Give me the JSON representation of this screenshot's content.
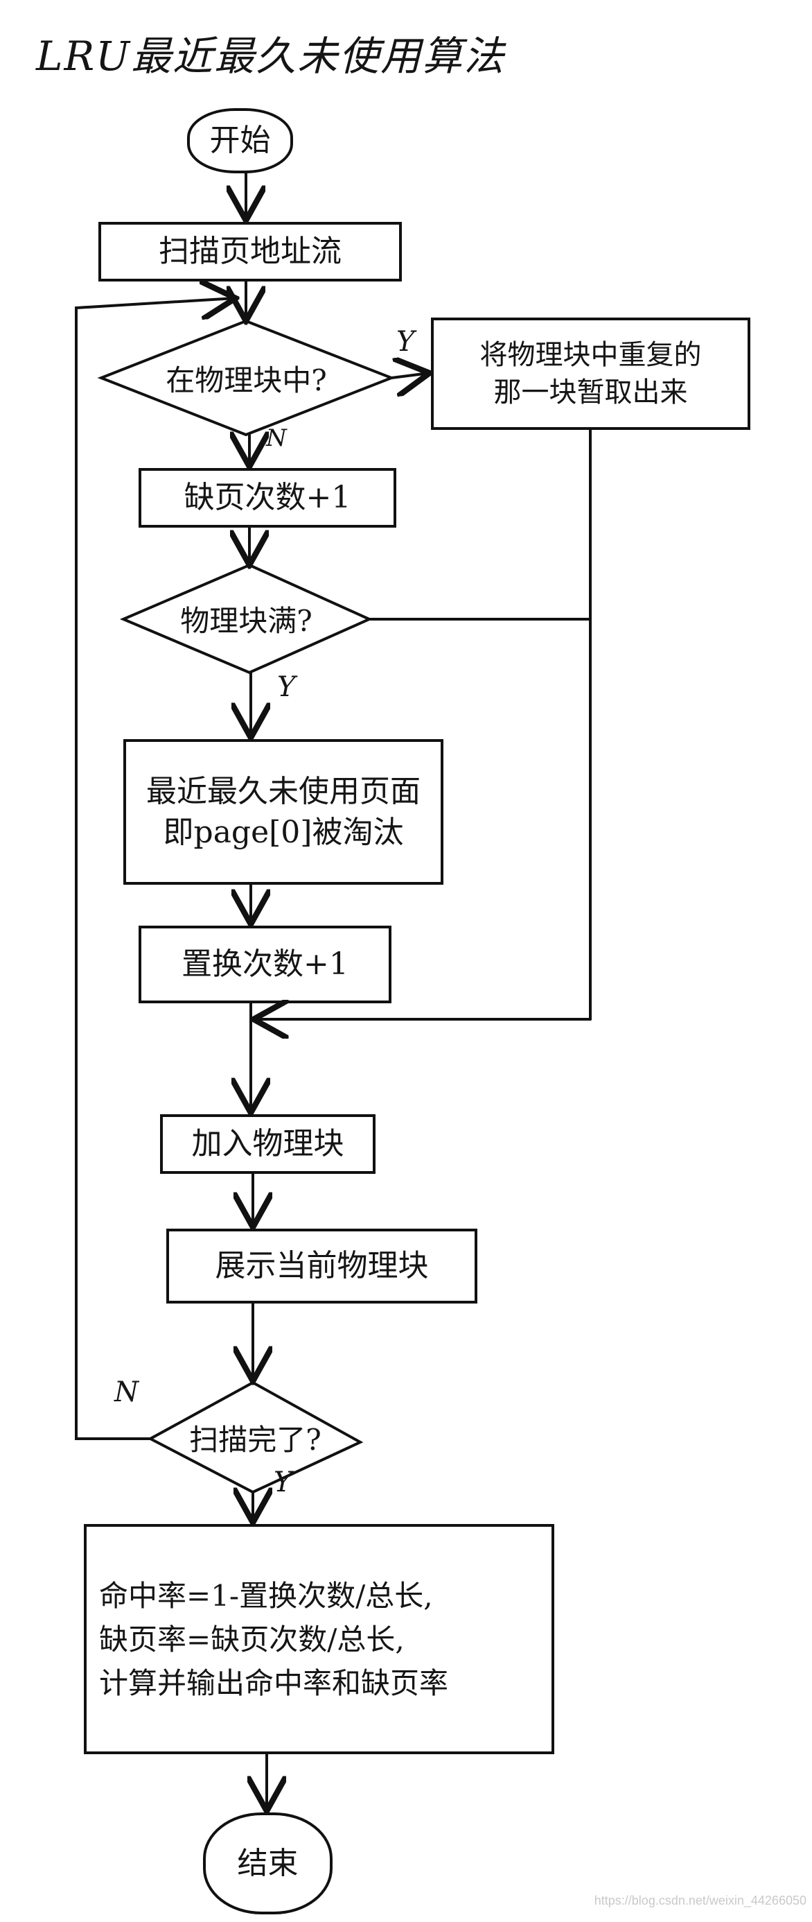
{
  "title": "LRU最近最久未使用算法",
  "nodes": {
    "start": "开始",
    "scan": "扫描页地址流",
    "in_memory": "在物理块中?",
    "take_out": [
      "将物理块中重复的",
      "那一块暂取出来"
    ],
    "page_fault": "缺页次数+1",
    "full": "物理块满?",
    "evict": [
      "最近最久未使用页面",
      "即page[0]被淘汰"
    ],
    "replace": "置换次数+1",
    "add": "加入物理块",
    "show": "展示当前物理块",
    "done": "扫描完了?",
    "result": [
      "命中率=1-置换次数/总长,",
      "缺页率=缺页次数/总长,",
      "计算并输出命中率和缺页率"
    ],
    "end": "结束"
  },
  "edge_labels": {
    "in_memory_yes": "Y",
    "in_memory_no": "N",
    "full_yes": "Y",
    "done_no": "N",
    "done_yes": "Y"
  },
  "colors": {
    "ink": "#111111",
    "paper": "#ffffff",
    "watermark": "#c9c9c9"
  },
  "watermark": "https://blog.csdn.net/weixin_44266050"
}
